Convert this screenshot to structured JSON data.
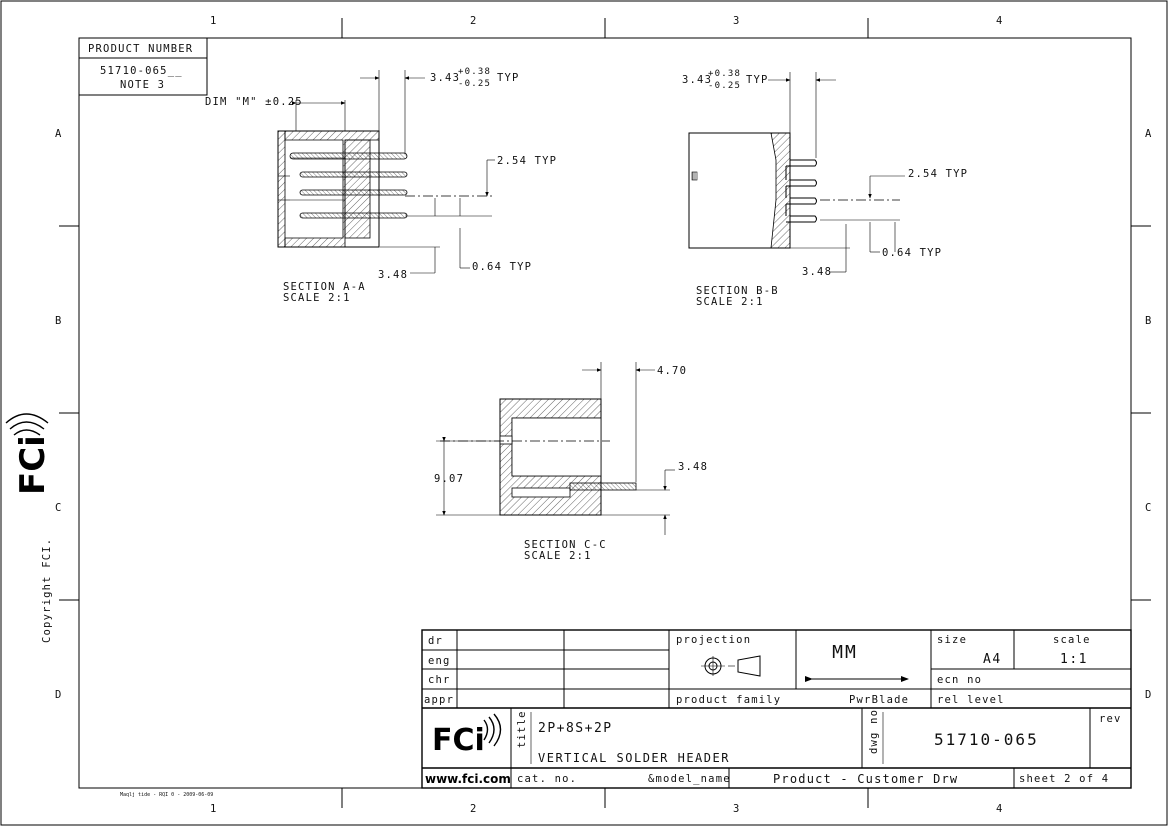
{
  "border": {
    "columns_top": [
      "1",
      "2",
      "3",
      "4"
    ],
    "columns_bottom": [
      "1",
      "2",
      "3",
      "4"
    ],
    "rows_left": [
      "A",
      "B",
      "C",
      "D"
    ],
    "rows_right": [
      "A",
      "B",
      "C",
      "D"
    ],
    "copyright": "Copyright FCI.",
    "footer_small": "Maqlj tide - RQI 0 - 2009-06-09"
  },
  "product_number": {
    "header": "PRODUCT NUMBER",
    "value": "51710-065__",
    "note": "NOTE 3"
  },
  "section_aa": {
    "dim_m": "DIM \"M\" ±0.25",
    "dim_343": "3.43",
    "tol_plus": "+0.38",
    "tol_minus": "-0.25",
    "typ": "TYP",
    "dim_254": "2.54 TYP",
    "dim_348": "3.48",
    "dim_064": "0.64 TYP",
    "label": "SECTION  A-A",
    "scale": "SCALE  2:1"
  },
  "section_bb": {
    "dim_343": "3.43",
    "tol_plus": "+0.38",
    "tol_minus": "-0.25",
    "typ": "TYP",
    "dim_254": "2.54 TYP",
    "dim_064": "0.64 TYP",
    "dim_348": "3.48",
    "label": "SECTION  B-B",
    "scale": "SCALE  2:1"
  },
  "section_cc": {
    "dim_470": "4.70",
    "dim_907": "9.07",
    "dim_348": "3.48",
    "label": "SECTION  C-C",
    "scale": "SCALE  2:1"
  },
  "title_block": {
    "dr": "dr",
    "eng": "eng",
    "chr": "chr",
    "appr": "appr",
    "projection": "projection",
    "units": "MM",
    "size_label": "size",
    "size_value": "A4",
    "scale_label": "scale",
    "scale_value": "1:1",
    "ecn_no": "ecn no",
    "product_family_label": "product family",
    "product_family_value": "PwrBlade",
    "rel_level": "rel level",
    "title_label": "title",
    "title_line1": "2P+8S+2P",
    "title_line2": "VERTICAL SOLDER HEADER",
    "dwg_no_label": "dwg no",
    "dwg_no": "51710-065",
    "rev": "rev",
    "website": "www.fci.com",
    "cat_no": "cat. no.",
    "model_name": "&model_name",
    "drawing_type": "Product - Customer Drw",
    "sheet": "sheet 2 of 4",
    "logo": "FCi"
  }
}
